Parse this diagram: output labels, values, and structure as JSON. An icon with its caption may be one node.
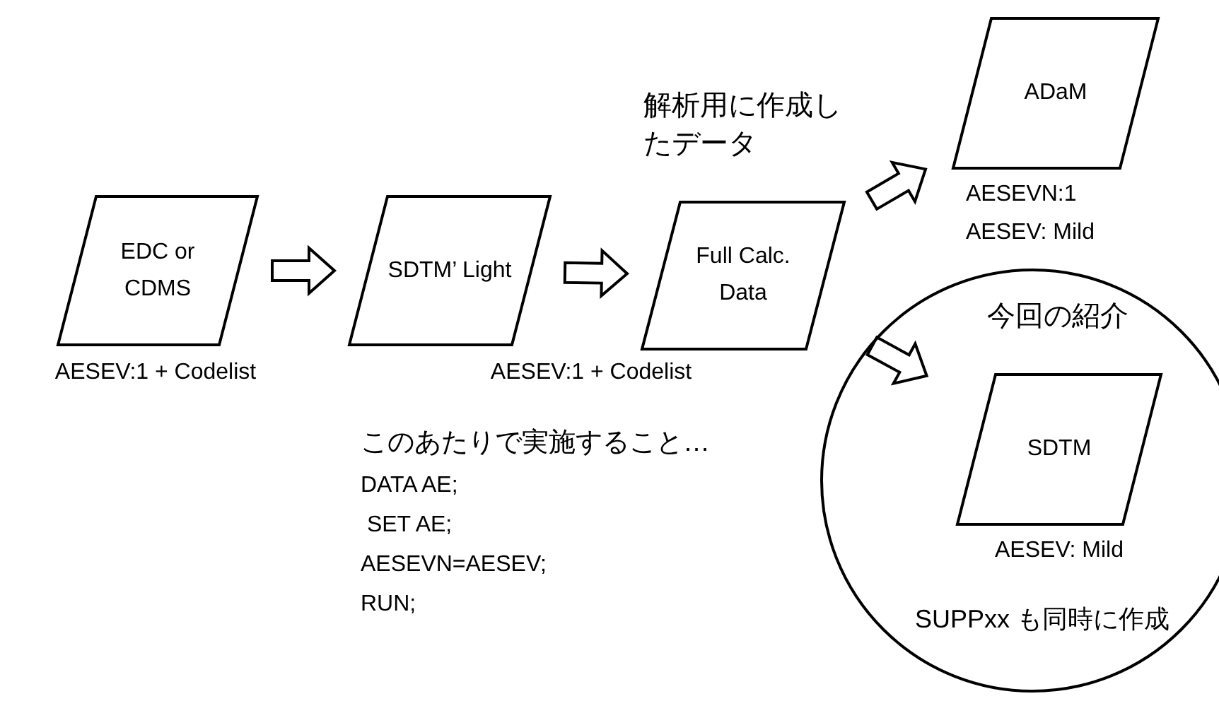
{
  "diagram": {
    "nodes": [
      {
        "text": [
          "EDC or CDMS"
        ],
        "beside": [
          "AESEV:1 + Codelist"
        ]
      },
      {
        "text": [
          "SDTM’ Light"
        ]
      },
      {
        "text": [
          "Full Calc. Data"
        ]
      },
      {
        "text": [
          "ADaM"
        ],
        "beside": [
          "AESEVN:1",
          "AESEV: Mild"
        ]
      },
      {
        "text": [
          "今回の紹介",
          "SUPPxx も同時に作成"
        ]
      },
      {
        "text": [
          "SDTM"
        ],
        "in": 4,
        "beside": [
          "AESEV: Mild"
        ]
      }
    ],
    "edges": [
      {
        "from": 0,
        "to": 1,
        "arrow": "to"
      },
      {
        "from": 1,
        "to": 2,
        "arrow": "to"
      },
      {
        "from": 2,
        "to": 3,
        "arrow": "to"
      },
      {
        "from": 2,
        "to": 5,
        "arrow": "to"
      }
    ],
    "labels": [
      "解析用に作成したデータ",
      "AESEV:1 + Codelist",
      "このあたりで実施すること…",
      "DATA AE;",
      " SET AE;",
      "AESEVN=AESEV;",
      "RUN;"
    ]
  }
}
